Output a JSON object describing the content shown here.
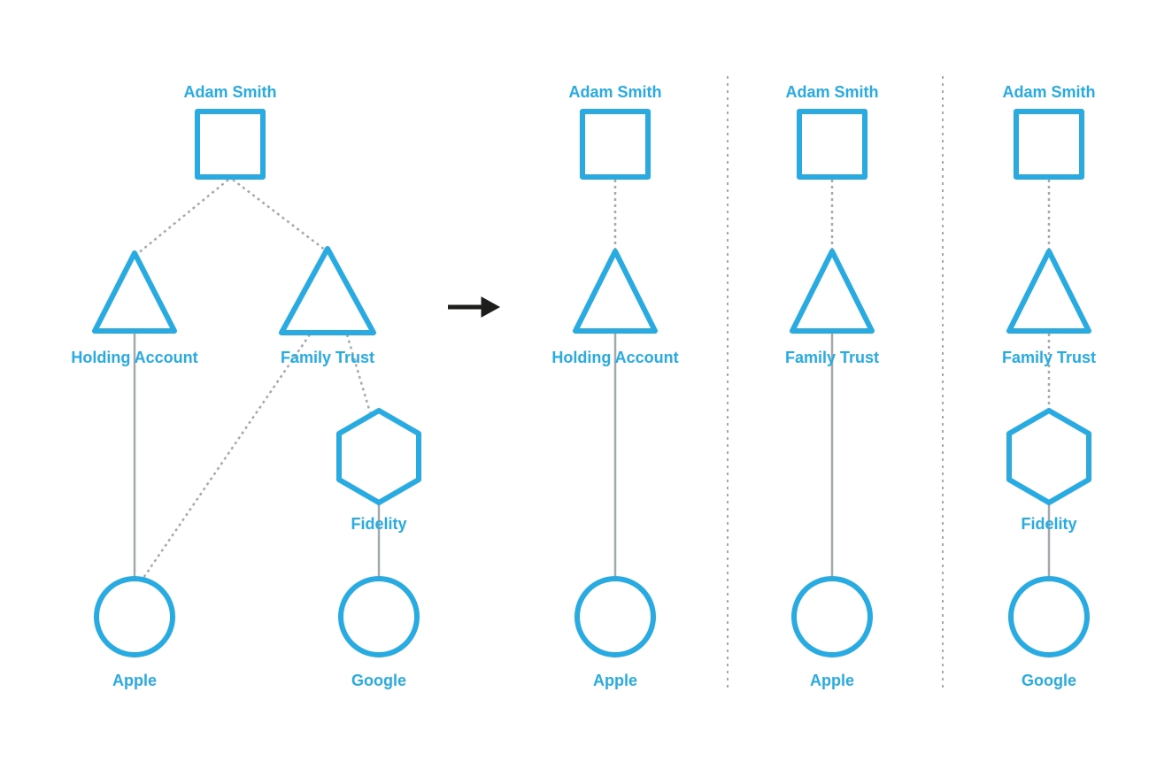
{
  "colors": {
    "node_stroke": "#29ABE2",
    "label_text": "#29ABE2",
    "edge_line": "#A3AAAE",
    "separator_line": "#A3AAAE",
    "arrow": "#1D1D1B",
    "background": "#FFFFFF"
  },
  "source": {
    "nodes": {
      "adam_smith": {
        "shape": "square",
        "label": "Adam Smith"
      },
      "holding_account": {
        "shape": "triangle",
        "label": "Holding Account"
      },
      "family_trust": {
        "shape": "triangle",
        "label": "Family Trust"
      },
      "fidelity": {
        "shape": "hexagon",
        "label": "Fidelity"
      },
      "apple": {
        "shape": "circle",
        "label": "Apple"
      },
      "google": {
        "shape": "circle",
        "label": "Google"
      }
    },
    "edges": [
      {
        "from": "Adam Smith",
        "to": "Holding Account"
      },
      {
        "from": "Adam Smith",
        "to": "Family Trust"
      },
      {
        "from": "Holding Account",
        "to": "Apple"
      },
      {
        "from": "Family Trust",
        "to": "Apple"
      },
      {
        "from": "Family Trust",
        "to": "Fidelity"
      },
      {
        "from": "Fidelity",
        "to": "Google"
      }
    ]
  },
  "paths": [
    {
      "nodes": [
        {
          "shape": "square",
          "label": "Adam Smith"
        },
        {
          "shape": "triangle",
          "label": "Holding Account"
        },
        {
          "shape": "circle",
          "label": "Apple"
        }
      ]
    },
    {
      "nodes": [
        {
          "shape": "square",
          "label": "Adam Smith"
        },
        {
          "shape": "triangle",
          "label": "Family Trust"
        },
        {
          "shape": "circle",
          "label": "Apple"
        }
      ]
    },
    {
      "nodes": [
        {
          "shape": "square",
          "label": "Adam Smith"
        },
        {
          "shape": "triangle",
          "label": "Family Trust"
        },
        {
          "shape": "hexagon",
          "label": "Fidelity"
        },
        {
          "shape": "circle",
          "label": "Google"
        }
      ]
    }
  ]
}
